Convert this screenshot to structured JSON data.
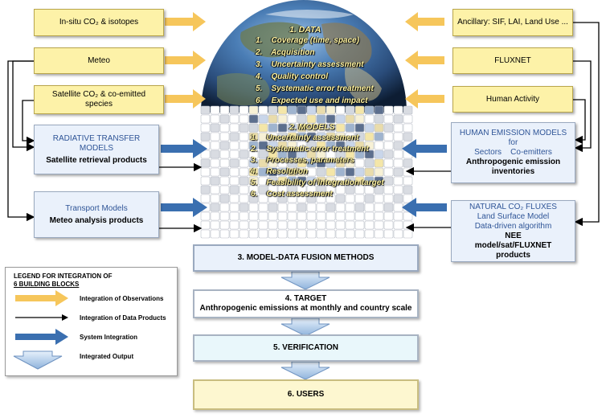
{
  "left_boxes": {
    "insitu": "In-situ CO₂ & isotopes",
    "meteo": "Meteo",
    "satellite": "Satellite CO₂ & co-emitted species"
  },
  "right_boxes": {
    "ancillary": "Ancillary: SIF, LAI, Land Use ...",
    "fluxnet": "FLUXNET",
    "human_activity": "Human Activity"
  },
  "radiative": {
    "title": "RADIATIVE TRANSFER MODELS",
    "sub": "Satellite retrieval products"
  },
  "transport": {
    "title": "Transport Models",
    "sub": "Meteo analysis products"
  },
  "human_emission": {
    "title": "HUMAN EMISSION MODELS",
    "line2": "for",
    "line3": "Sectors    Co-emitters",
    "sub": "Anthropogenic emission inventories"
  },
  "natural_fluxes": {
    "title": "NATURAL CO₂ FLUXES",
    "line2": "Land Surface Model",
    "line3": "Data-driven algorithm",
    "sub": "NEE model/sat/FLUXNET products"
  },
  "data_block": {
    "title": "1. DATA",
    "items": [
      "1.    Coverage (time, space)",
      "2.    Acquisition",
      "3.    Uncertainty assessment",
      "4.    Quality control",
      "5.    Systematic error treatment",
      "6.    Expected use and impact"
    ]
  },
  "models_block": {
    "title": "2. MODELS",
    "items": [
      "1.    Uncertainty assessment",
      "2.    Systematic error treatment",
      "3.    Processes, parameters",
      "4.    Resolution",
      "5.    Feasibility of integration target",
      "6.    Cost assessment"
    ]
  },
  "flow": {
    "fusion": "3. MODEL-DATA FUSION METHODS",
    "target_title": "4. TARGET",
    "target_sub": "Anthropogenic emissions at monthly and country scale",
    "verification": "5. VERIFICATION",
    "users": "6. USERS"
  },
  "legend": {
    "title1": "LEGEND FOR INTEGRATION OF",
    "title2": "6 BUILDING BLOCKS",
    "items": [
      "Integration of Observations",
      "Integration of Data Products",
      "System Integration",
      "Integrated Output"
    ]
  },
  "colors": {
    "yellow_arrow": "#f6c65b",
    "blue_arrow": "#3a6fb0",
    "yellow_box": "#fdf2a8",
    "blue_box": "#eaf1fb",
    "title_blue": "#2f5597",
    "globe_text": "#fff3a0"
  }
}
